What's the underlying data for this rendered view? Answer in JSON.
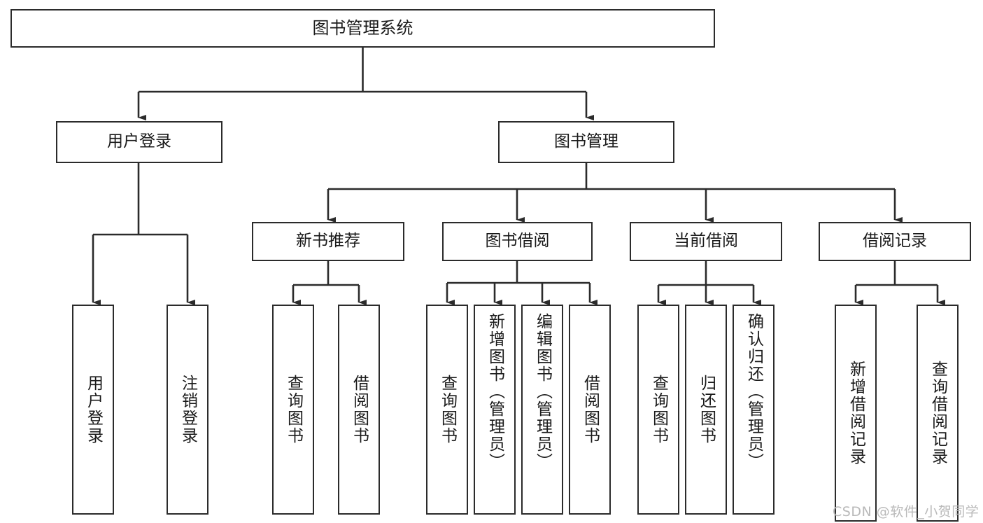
{
  "diagram": {
    "type": "tree-hierarchy-chart",
    "title": "图书管理系统",
    "background_color": "#ffffff",
    "line_color": "#2b2b2b",
    "box_border_color": "#2b2b2b",
    "box_fill_color": "#ffffff",
    "text_color": "#1a1a1a"
  },
  "root": {
    "label": "图书管理系统"
  },
  "level1": [
    {
      "label": "用户登录"
    },
    {
      "label": "图书管理"
    }
  ],
  "level2": [
    {
      "label": "新书推荐"
    },
    {
      "label": "图书借阅"
    },
    {
      "label": "当前借阅"
    },
    {
      "label": "借阅记录"
    }
  ],
  "leaves": {
    "user_login": [
      {
        "label": "用户登录"
      },
      {
        "label": "注销登录"
      }
    ],
    "new_book_recommend": [
      {
        "label": "查询图书"
      },
      {
        "label": "借阅图书"
      }
    ],
    "book_borrow": [
      {
        "label": "查询图书"
      },
      {
        "label": "新增图书（管理员）"
      },
      {
        "label": "编辑图书（管理员）"
      },
      {
        "label": "借阅图书"
      }
    ],
    "current_borrow": [
      {
        "label": "查询图书"
      },
      {
        "label": "归还图书"
      },
      {
        "label": "确认归还（管理员）"
      }
    ],
    "borrow_record": [
      {
        "label": "新增借阅记录"
      },
      {
        "label": "查询借阅记录"
      }
    ]
  },
  "watermark": {
    "text": "CSDN @软件_小贺同学"
  }
}
